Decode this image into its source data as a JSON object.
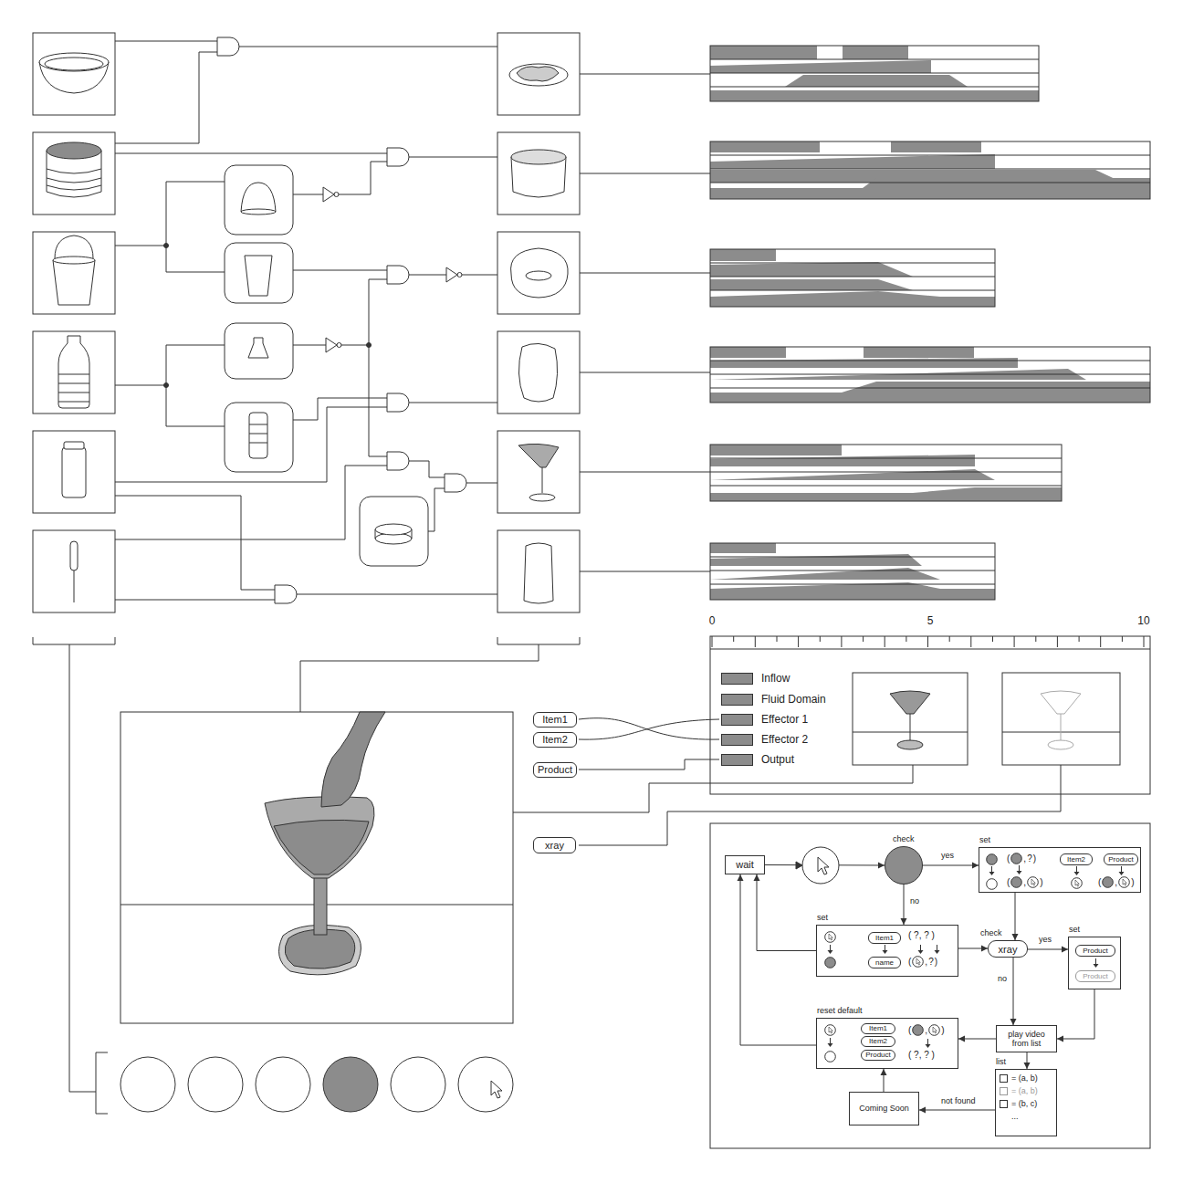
{
  "diagram": {
    "nodes": [
      {
        "text": [
          "Item1"
        ]
      },
      {
        "text": [
          "Item2"
        ]
      },
      {
        "text": [
          "Product"
        ]
      },
      {
        "text": [
          "xray"
        ]
      },
      {
        "text": [
          "wait"
        ]
      },
      {
        "text": [
          "check"
        ]
      },
      {
        "text": [
          "set"
        ]
      },
      {
        "text": [
          "Item2"
        ],
        "in": 6
      },
      {
        "text": [
          "Product"
        ],
        "in": 6
      },
      {
        "text": [
          "set"
        ]
      },
      {
        "text": [
          "Item1"
        ],
        "in": 9
      },
      {
        "text": [
          "name"
        ],
        "in": 9
      },
      {
        "text": [
          "check",
          "xray"
        ]
      },
      {
        "text": [
          "set"
        ]
      },
      {
        "text": [
          "Product"
        ],
        "in": 13
      },
      {
        "text": [
          "Product"
        ],
        "in": 13
      },
      {
        "text": [
          "play video from list"
        ]
      },
      {
        "text": [
          "list",
          "= (a, b)",
          "= (a, b)",
          "= (b, c)",
          "..."
        ]
      },
      {
        "text": [
          "reset default"
        ]
      },
      {
        "text": [
          "Item1"
        ],
        "in": 18
      },
      {
        "text": [
          "Item2"
        ],
        "in": 18
      },
      {
        "text": [
          "Product"
        ],
        "in": 18
      },
      {
        "text": [
          "Coming Soon"
        ]
      }
    ],
    "edges": [
      {
        "from": 4,
        "to": 5,
        "arrow": "to"
      },
      {
        "from": 5,
        "to": 6,
        "label": "yes",
        "arrow": "to"
      },
      {
        "from": 5,
        "to": 9,
        "label": "no",
        "arrow": "to"
      },
      {
        "from": 9,
        "to": 4,
        "arrow": "to"
      },
      {
        "from": 6,
        "to": 12,
        "arrow": "to"
      },
      {
        "from": 9,
        "to": 12,
        "arrow": "to"
      },
      {
        "from": 12,
        "to": 13,
        "label": "yes",
        "arrow": "to"
      },
      {
        "from": 12,
        "to": 16,
        "label": "no",
        "arrow": "to"
      },
      {
        "from": 13,
        "to": 16,
        "arrow": "to"
      },
      {
        "from": 16,
        "to": 18,
        "arrow": "to"
      },
      {
        "from": 16,
        "to": 17,
        "arrow": "to"
      },
      {
        "from": 17,
        "to": 22,
        "label": "not found",
        "arrow": "to"
      },
      {
        "from": 22,
        "to": 18,
        "arrow": "to"
      },
      {
        "from": 18,
        "to": 4,
        "arrow": "to"
      }
    ],
    "labels": [
      "0",
      "5",
      "10",
      "(",
      ",",
      "?",
      ")",
      "(",
      ",",
      ")",
      "(",
      ",",
      ")",
      "( ?, ? )",
      "(",
      ",",
      "?",
      ")",
      "(",
      ",",
      ")",
      "( ?, ? )"
    ],
    "legend": [
      {
        "text": "Inflow",
        "color": "#8c8c8c"
      },
      {
        "text": "Fluid Domain",
        "color": "#8c8c8c"
      },
      {
        "text": "Effector 1",
        "color": "#8c8c8c"
      },
      {
        "text": "Effector 2",
        "color": "#8c8c8c"
      },
      {
        "text": "Output",
        "color": "#8c8c8c"
      }
    ]
  }
}
